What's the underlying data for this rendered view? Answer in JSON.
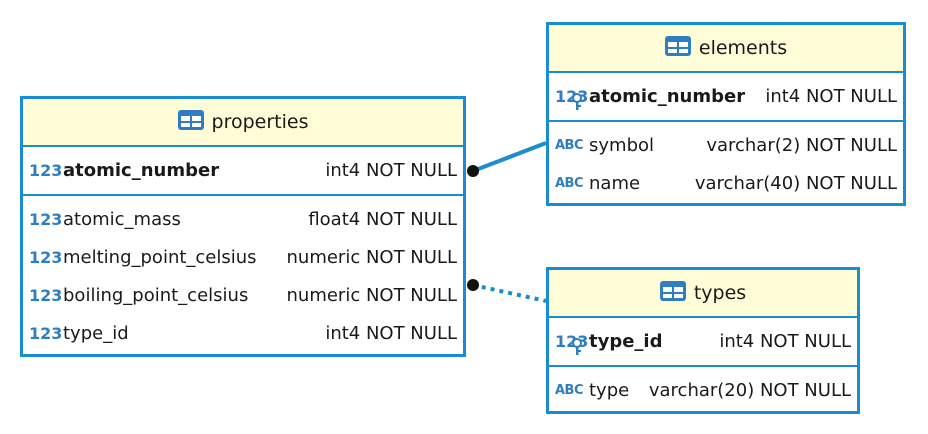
{
  "entities": {
    "properties": {
      "title": "properties",
      "keys": [
        {
          "icon": "123",
          "name": "atomic_number",
          "type": "int4 NOT NULL"
        }
      ],
      "columns": [
        {
          "icon": "123",
          "name": "atomic_mass",
          "type": "float4 NOT NULL"
        },
        {
          "icon": "123",
          "name": "melting_point_celsius",
          "type": "numeric NOT NULL"
        },
        {
          "icon": "123",
          "name": "boiling_point_celsius",
          "type": "numeric NOT NULL"
        },
        {
          "icon": "123",
          "name": "type_id",
          "type": "int4 NOT NULL"
        }
      ]
    },
    "elements": {
      "title": "elements",
      "keys": [
        {
          "icon": "123",
          "name": "atomic_number",
          "type": "int4 NOT NULL"
        }
      ],
      "columns": [
        {
          "icon": "ABC",
          "name": "symbol",
          "type": "varchar(2) NOT NULL"
        },
        {
          "icon": "ABC",
          "name": "name",
          "type": "varchar(40) NOT NULL"
        }
      ]
    },
    "types": {
      "title": "types",
      "keys": [
        {
          "icon": "123",
          "name": "type_id",
          "type": "int4 NOT NULL"
        }
      ],
      "columns": [
        {
          "icon": "ABC",
          "name": "type",
          "type": "varchar(20) NOT NULL"
        }
      ]
    }
  },
  "relations": [
    {
      "from": "properties",
      "to": "elements",
      "style": "solid"
    },
    {
      "from": "properties",
      "to": "types",
      "style": "dotted"
    }
  ],
  "icons": {
    "table": "table-icon",
    "primary_key": "key-icon",
    "numeric": "numeric-type-icon",
    "text": "text-type-icon"
  },
  "colors": {
    "border": "#1a8cd0",
    "header_bg": "#fffdd8",
    "type_icon": "#2f7fc0",
    "text": "#1a1a1a"
  }
}
